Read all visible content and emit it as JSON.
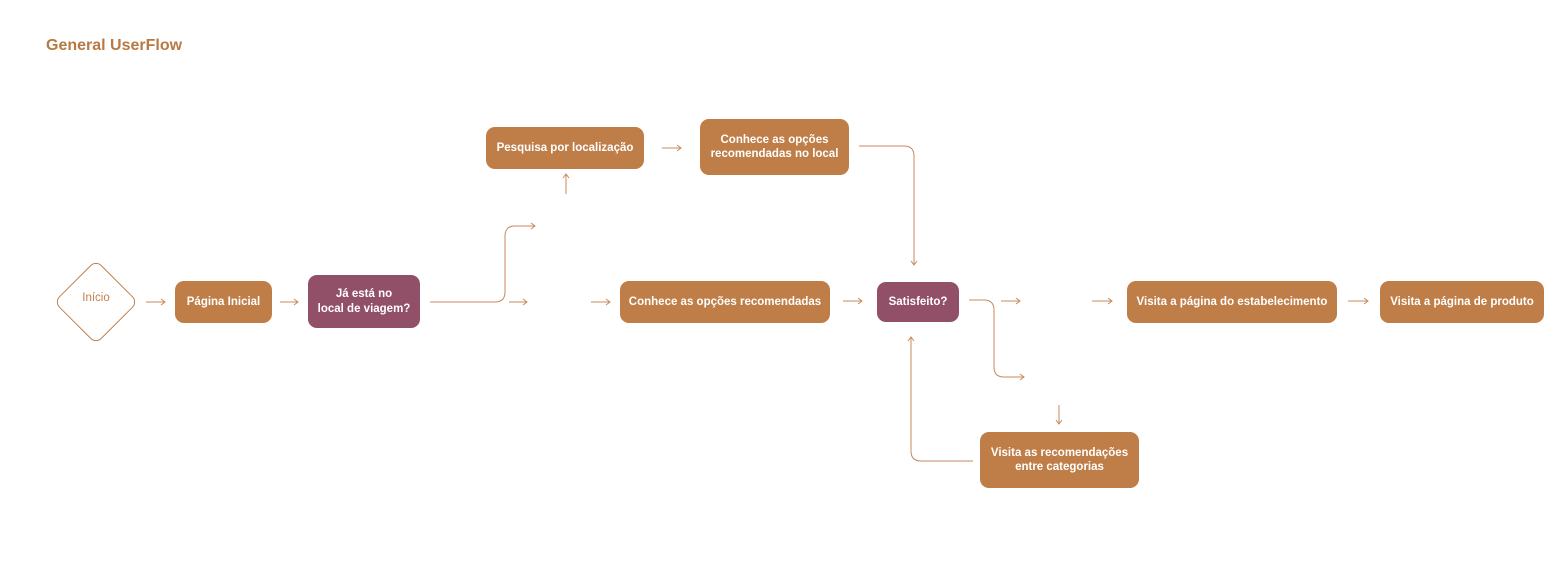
{
  "title": "General UserFlow",
  "start": {
    "label": "Início"
  },
  "nodes": {
    "pagina_inicial": "Página Inicial",
    "ja_esta": [
      "Já está no",
      "local de viagem?"
    ],
    "pesquisa": "Pesquisa por localização",
    "conhece_local": [
      "Conhece as opções",
      "recomendadas no local"
    ],
    "conhece_recomendadas": "Conhece as opções recomendadas",
    "satisfeito": "Satisfeito?",
    "visita_estabelecimento": "Visita a página do estabelecimento",
    "visita_produto": "Visita a página de produto",
    "visita_categorias": [
      "Visita as recomendações",
      "entre categorias"
    ]
  },
  "colors": {
    "process": "#bf7d47",
    "decision": "#924f68",
    "connector": "#c98a5a",
    "title": "#b97943"
  }
}
